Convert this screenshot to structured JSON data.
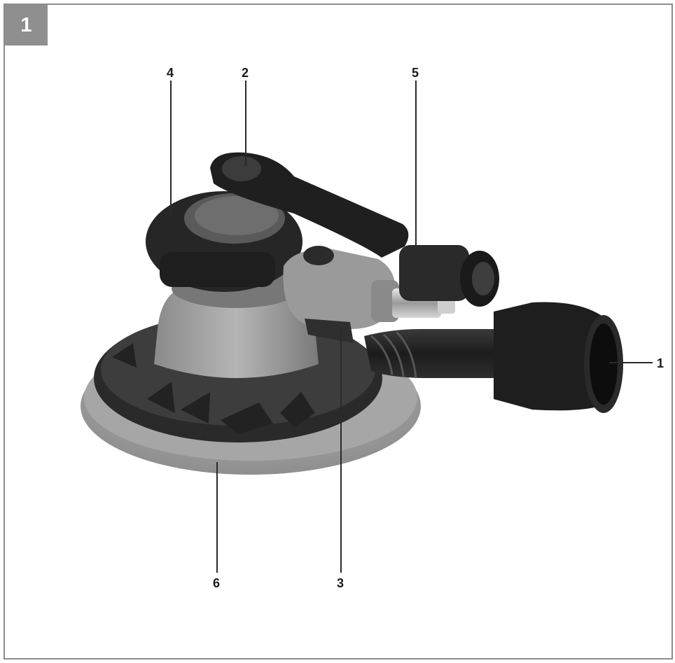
{
  "figure": {
    "number": "1"
  },
  "callouts": [
    {
      "id": "1",
      "label": "1"
    },
    {
      "id": "2",
      "label": "2"
    },
    {
      "id": "3",
      "label": "3"
    },
    {
      "id": "4",
      "label": "4"
    },
    {
      "id": "5",
      "label": "5"
    },
    {
      "id": "6",
      "label": "6"
    }
  ],
  "colors": {
    "frame": "#8c8c8c",
    "badge": "#8f8f8f"
  }
}
